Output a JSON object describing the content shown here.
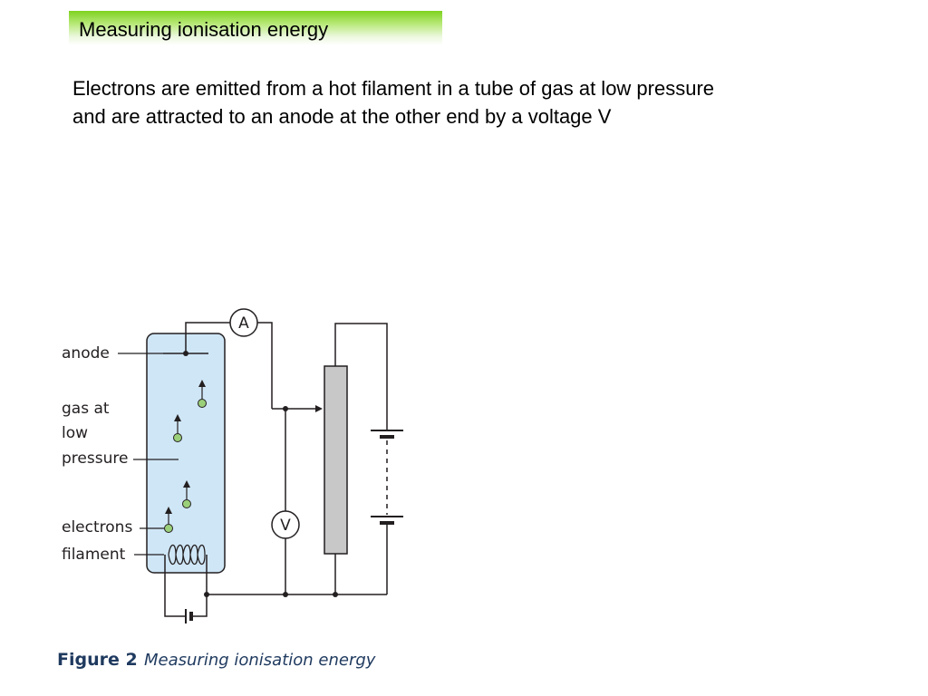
{
  "slide": {
    "title": "Measuring ionisation energy",
    "body_lines": [
      "Electrons are emitted from a hot filament in a tube of gas at low pressure",
      "and are attracted to an anode at the other end by a voltage V"
    ]
  },
  "figure": {
    "labels": {
      "anode": "anode",
      "gas_line1": "gas at",
      "gas_line2": "low",
      "gas_line3": "pressure",
      "electrons": "electrons",
      "filament": "filament"
    },
    "meters": {
      "ammeter": "A",
      "voltmeter": "V"
    },
    "caption": {
      "number": "Figure 2",
      "text": "Measuring ionisation energy"
    },
    "colors": {
      "tube_fill": "#cfe6f6",
      "electron_fill": "#9bd07a",
      "rheostat_fill": "#c8c8c8",
      "line": "#231f20",
      "caption": "#1f3a5f"
    }
  }
}
